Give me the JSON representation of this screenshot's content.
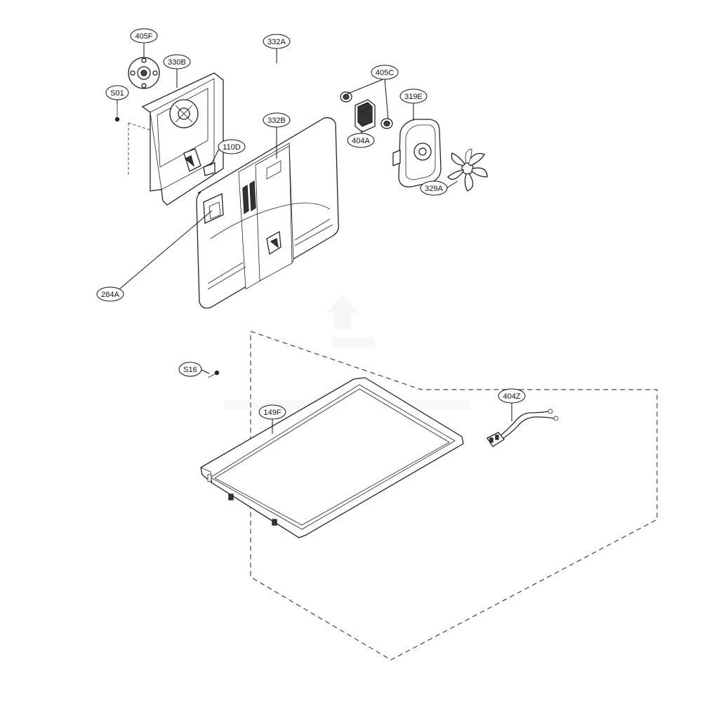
{
  "colors": {
    "line": "#222222",
    "background": "#ffffff",
    "watermark": "#eeeeee"
  },
  "callouts": {
    "c405F": "405F",
    "c330B": "330B",
    "c332A": "332A",
    "c405C": "405C",
    "c319E": "319E",
    "cS01": "S01",
    "c332B": "332B",
    "c404A": "404A",
    "c110D": "110D",
    "c329A": "329A",
    "c284A": "284A",
    "cS16": "S16",
    "c404Z": "404Z",
    "c149F": "149F"
  },
  "icons": [
    "fan-motor-icon",
    "fan-blade-icon",
    "shelf-icon",
    "wire-harness-icon"
  ]
}
